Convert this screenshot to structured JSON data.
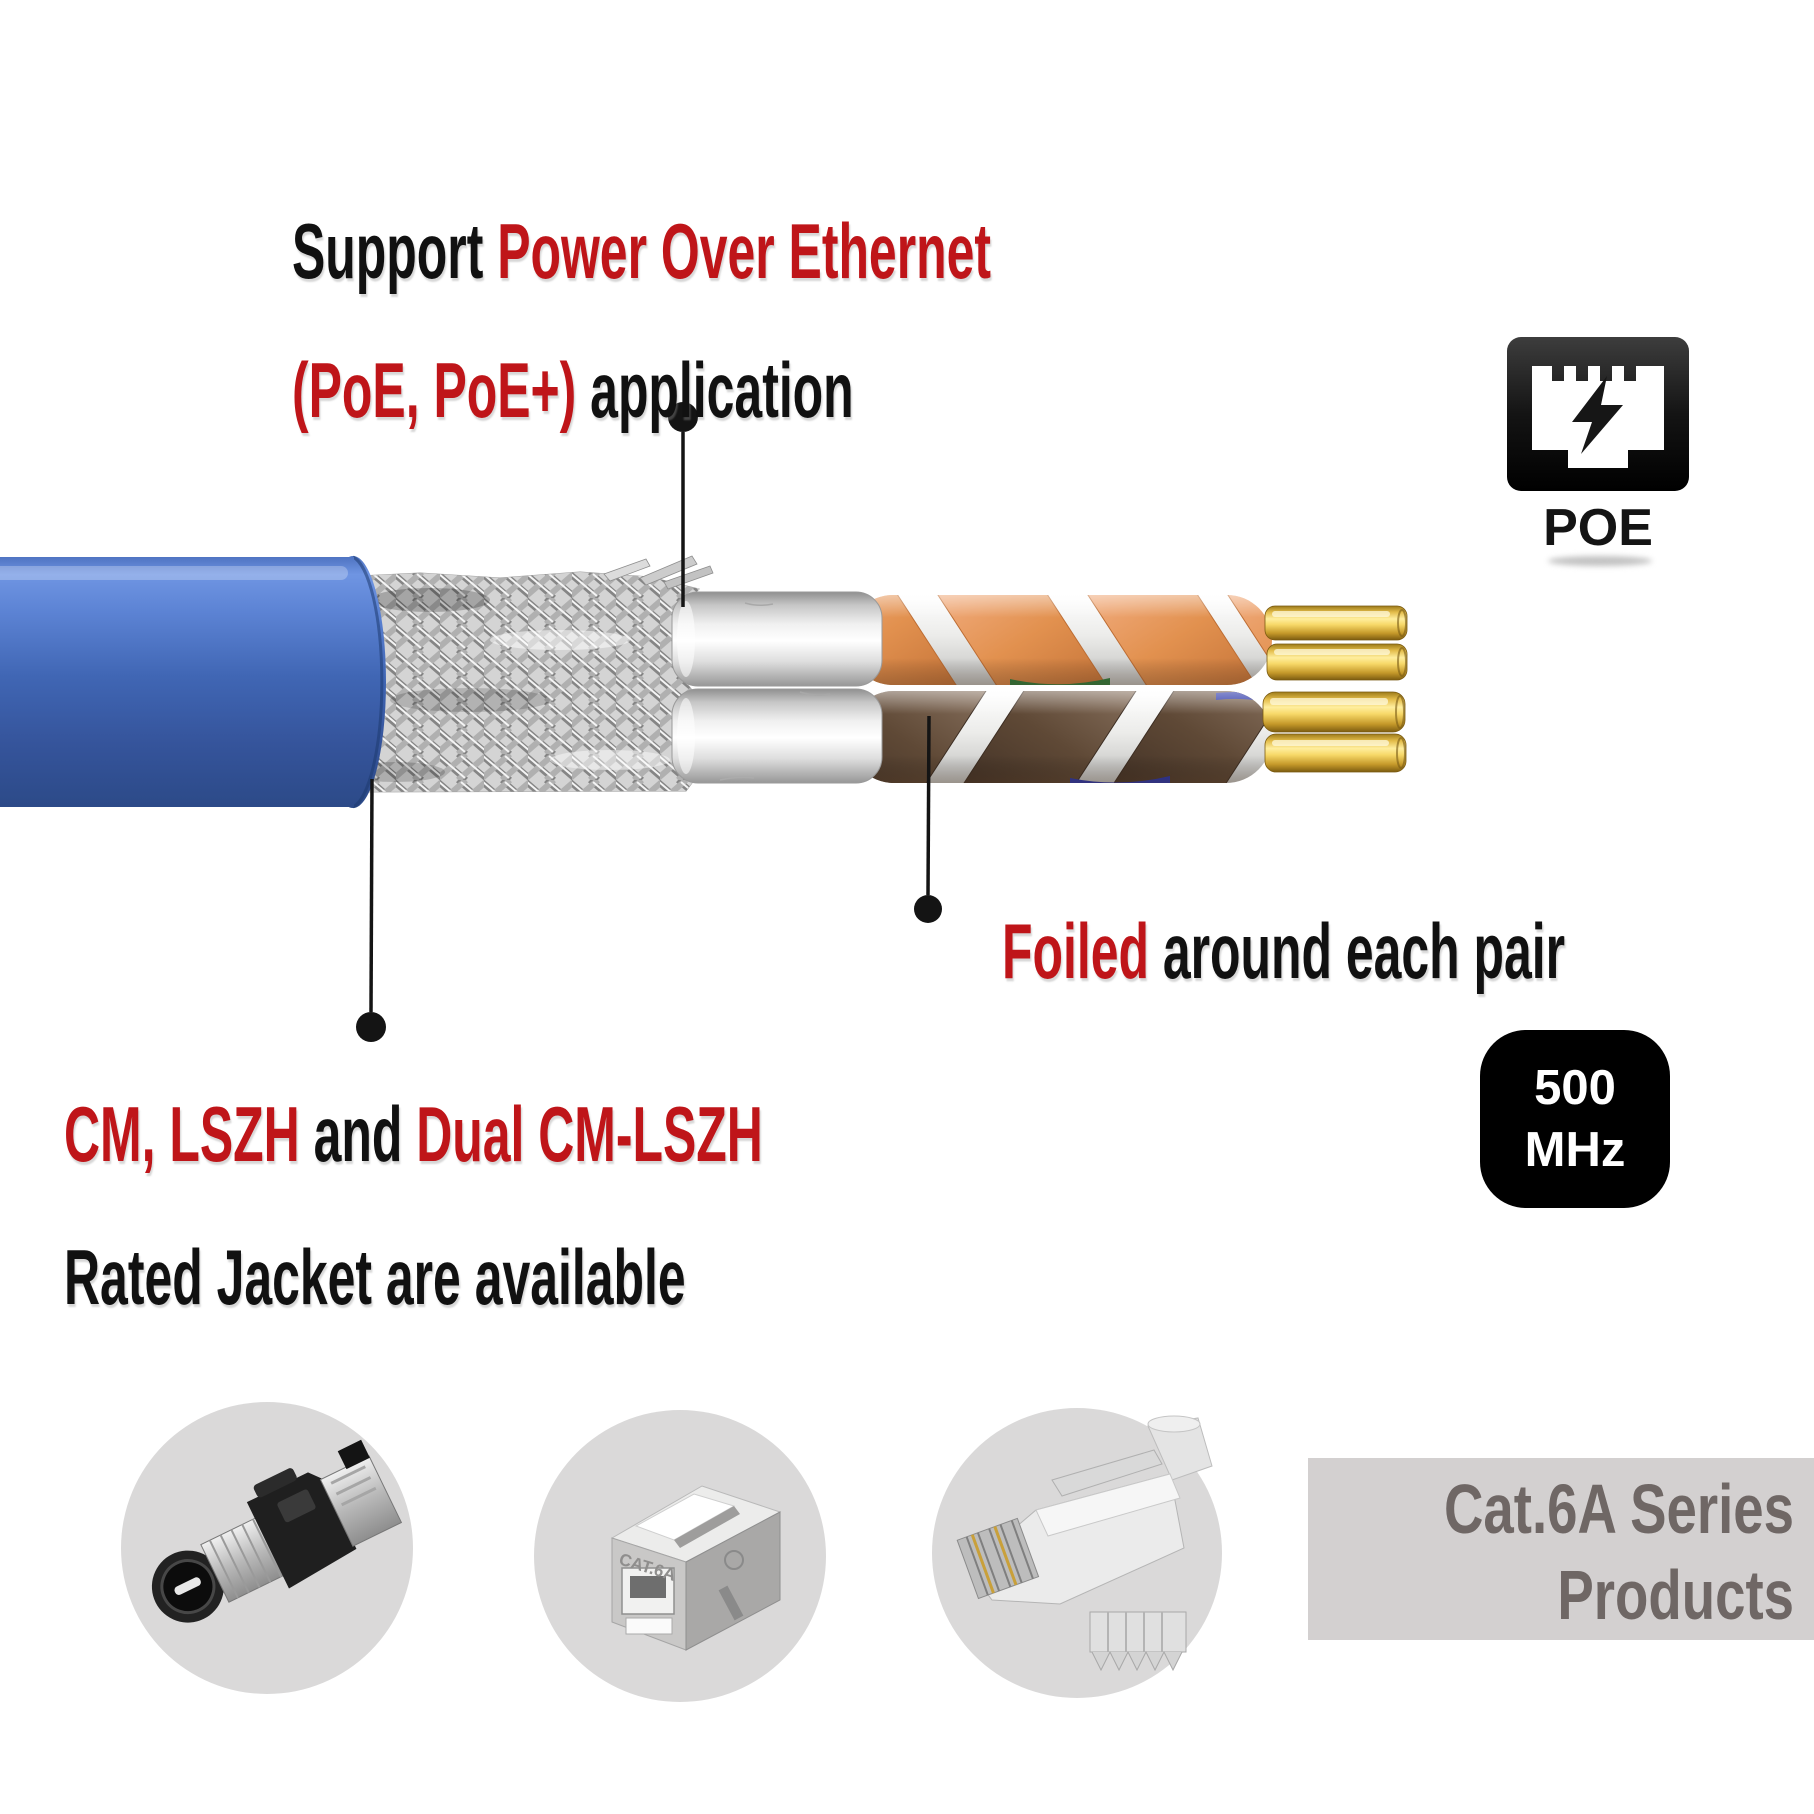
{
  "poe_note": {
    "line1_black": "Support ",
    "line1_red": "Power Over Ethernet",
    "line2_red": "(PoE, PoE+)",
    "line2_black": " application"
  },
  "foil_note": {
    "red": "Foiled",
    "black": " around each pair"
  },
  "jacket_note": {
    "red1": "CM, LSZH",
    "black1": " and ",
    "red2": "Dual CM-LSZH",
    "line2": "Rated Jacket are available"
  },
  "poe_icon": {
    "label": "POE"
  },
  "freq_badge": {
    "value": "500",
    "unit": "MHz"
  },
  "series_box": {
    "line1": "Cat.6A Series",
    "line2": "Products"
  },
  "products": [
    {
      "icon": "field-termination-plug-icon",
      "embossed_label": ""
    },
    {
      "icon": "keystone-jack-icon",
      "embossed_label": "CAT.6A"
    },
    {
      "icon": "shielded-rj45-plug-icon",
      "embossed_label": ""
    }
  ],
  "colors": {
    "accent_red": "#bf1519",
    "text_black": "#111111",
    "cable_blue": "#4066b4",
    "badge_bg": "#000000",
    "series_bg": "#d3d0d0",
    "series_text": "#6f6765",
    "circle_bg": "#dad9d9",
    "gold": "#f7d868",
    "pair_orange": "#e2914f",
    "pair_brown": "#5f4936"
  }
}
